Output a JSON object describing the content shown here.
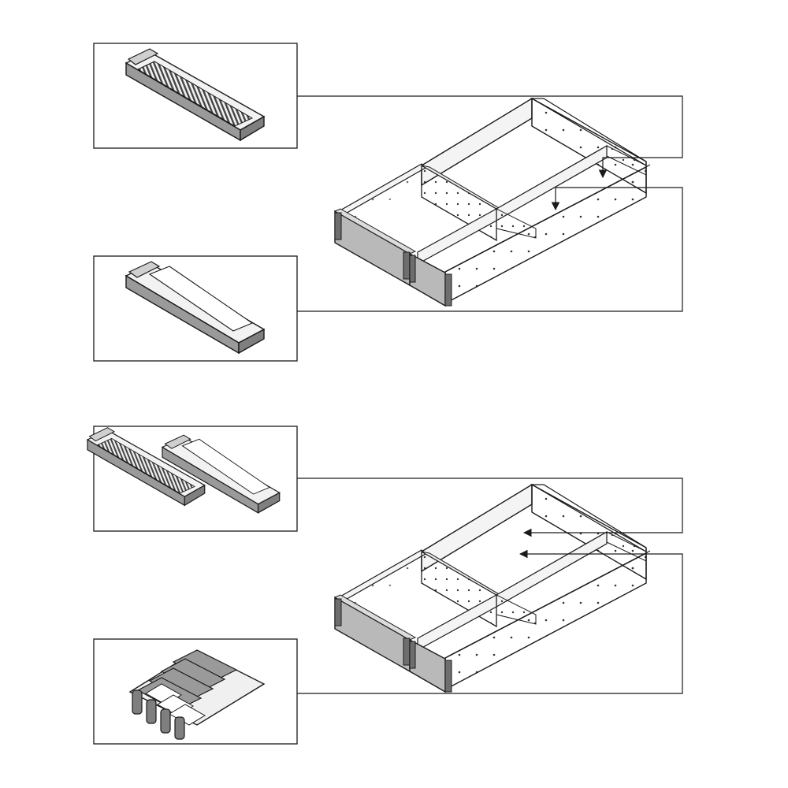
{
  "diagram": {
    "style": "technical line drawing",
    "colors": {
      "line": "#1a1a1a",
      "panel_fill": "#f7f7f7",
      "metal_face": "#b9b9b9",
      "metal_dark": "#6e6e6e",
      "insert_fill": "#9a9a9a",
      "mat_fill": "#efefef",
      "background": "#ffffff"
    },
    "sections": [
      {
        "id": "top",
        "drawer_icon": "drawer-organizer-icon",
        "callouts": [
          {
            "id": "top-1",
            "icon": "ribbed-tray-insert-icon"
          },
          {
            "id": "top-2",
            "icon": "mat-tray-insert-icon"
          }
        ]
      },
      {
        "id": "bottom",
        "drawer_icon": "drawer-organizer-icon",
        "callouts": [
          {
            "id": "bottom-1",
            "icon": "tray-insert-pair-icon"
          },
          {
            "id": "bottom-2",
            "icon": "knife-block-insert-icon"
          }
        ]
      }
    ]
  }
}
